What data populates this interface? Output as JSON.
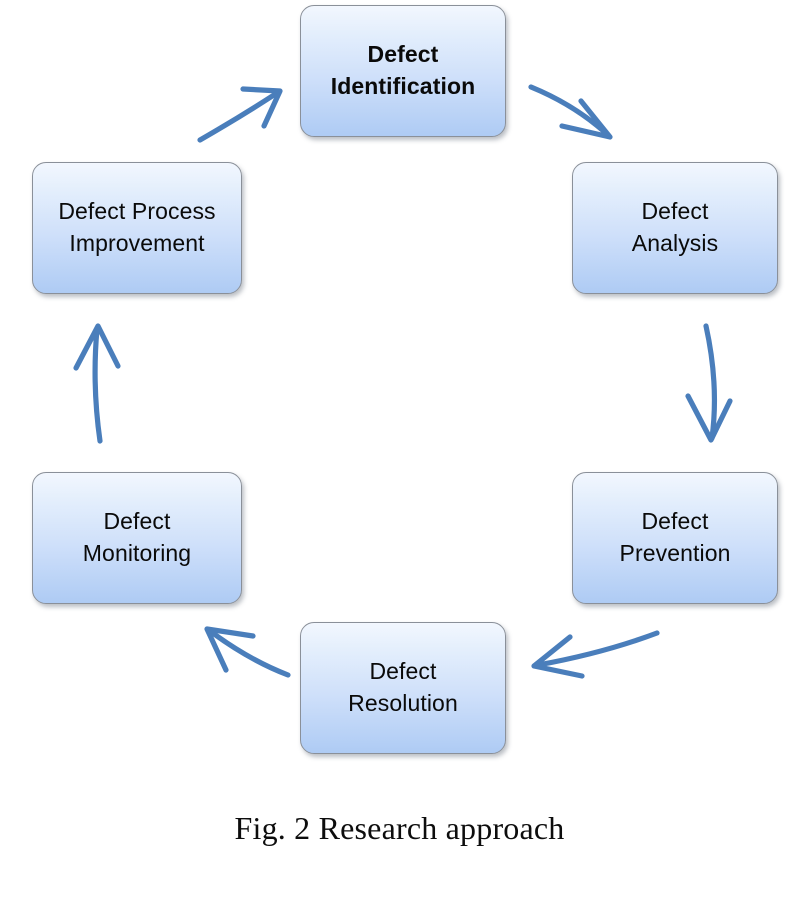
{
  "figure": {
    "caption": "Fig. 2 Research approach",
    "accent_color": "#4A7EBB",
    "node_border_color": "#8A9099",
    "node_fill_top": "#F2F7FE",
    "node_fill_bottom": "#AECBF4",
    "text_color": "#0A0A0A",
    "background": "#FFFFFF"
  },
  "diagram_data": {
    "type": "cycle",
    "direction": "clockwise",
    "node_count": 6,
    "nodes": [
      {
        "id": "identification",
        "label": "Defect\nIdentification",
        "emphasis": "bold",
        "position": "top"
      },
      {
        "id": "analysis",
        "label": "Defect\nAnalysis",
        "emphasis": "normal",
        "position": "top-right"
      },
      {
        "id": "prevention",
        "label": "Defect\nPrevention",
        "emphasis": "normal",
        "position": "bottom-right"
      },
      {
        "id": "resolution",
        "label": "Defect\nResolution",
        "emphasis": "normal",
        "position": "bottom"
      },
      {
        "id": "monitoring",
        "label": "Defect\nMonitoring",
        "emphasis": "normal",
        "position": "bottom-left"
      },
      {
        "id": "improvement",
        "label": "Defect Process\nImprovement",
        "emphasis": "normal",
        "position": "top-left"
      }
    ],
    "edges": [
      {
        "from": "identification",
        "to": "analysis",
        "style": "curved-arrow"
      },
      {
        "from": "analysis",
        "to": "prevention",
        "style": "curved-arrow"
      },
      {
        "from": "prevention",
        "to": "resolution",
        "style": "curved-arrow"
      },
      {
        "from": "resolution",
        "to": "monitoring",
        "style": "curved-arrow"
      },
      {
        "from": "monitoring",
        "to": "improvement",
        "style": "curved-arrow"
      },
      {
        "from": "improvement",
        "to": "identification",
        "style": "curved-arrow"
      }
    ]
  }
}
